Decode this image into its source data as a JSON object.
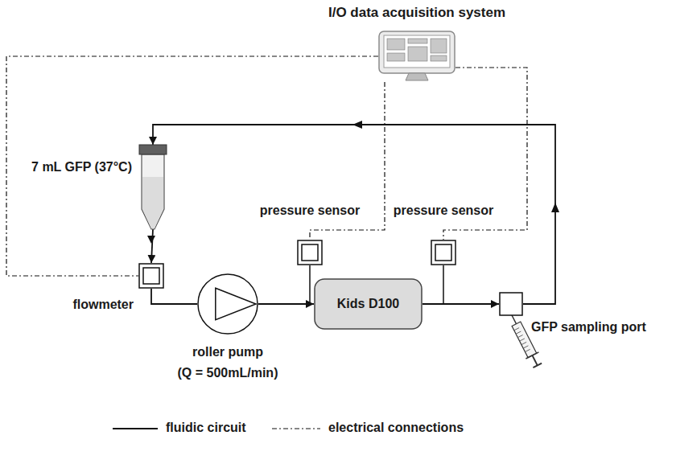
{
  "diagram": {
    "nodes": [
      {
        "text": [
          "I/O data acquisition system"
        ]
      },
      {
        "text": [
          "7 mL GFP (37°C)"
        ]
      },
      {
        "text": [
          "flowmeter"
        ]
      },
      {
        "text": [
          "roller pump",
          "(Q = 500mL/min)"
        ]
      },
      {
        "text": [
          "pressure sensor"
        ]
      },
      {
        "text": [
          "Kids D100"
        ]
      },
      {
        "text": [
          "pressure sensor"
        ]
      },
      {
        "text": [
          "GFP sampling port"
        ]
      }
    ],
    "edges": [
      {
        "from": 1,
        "to": 2,
        "arrow": "to"
      },
      {
        "from": 2,
        "to": 3,
        "arrow": "none"
      },
      {
        "from": 3,
        "to": 5,
        "arrow": "to"
      },
      {
        "from": 5,
        "to": 7,
        "arrow": "to"
      },
      {
        "from": 7,
        "to": 1,
        "arrow": "to"
      },
      {
        "from": 0,
        "to": 2,
        "arrow": "none"
      },
      {
        "from": 0,
        "to": 4,
        "arrow": "none"
      },
      {
        "from": 0,
        "to": 6,
        "arrow": "none"
      }
    ],
    "legend": [
      {
        "text": "fluidic circuit"
      },
      {
        "text": "electrical connections"
      }
    ]
  }
}
